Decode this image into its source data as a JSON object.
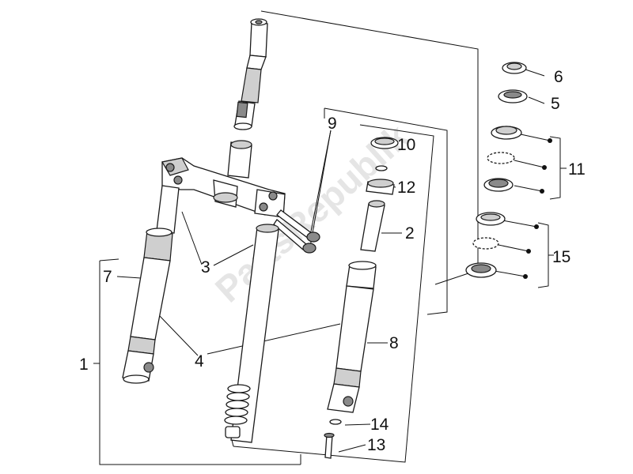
{
  "watermark": "PartsRepublik",
  "callouts": [
    "1",
    "2",
    "3",
    "4",
    "5",
    "6",
    "7",
    "8",
    "9",
    "10",
    "11",
    "12",
    "13",
    "14",
    "15"
  ],
  "parts": [
    {
      "id": "steering-column",
      "icon": "steering-tube-icon"
    },
    {
      "id": "fork-crown",
      "icon": "triple-clamp-icon"
    },
    {
      "id": "left-fork-leg",
      "icon": "fork-leg-icon"
    },
    {
      "id": "right-fork-leg",
      "icon": "fork-leg-icon"
    },
    {
      "id": "fork-spring",
      "icon": "coil-spring-icon"
    },
    {
      "id": "bearing-set",
      "icon": "bearing-icon"
    }
  ]
}
